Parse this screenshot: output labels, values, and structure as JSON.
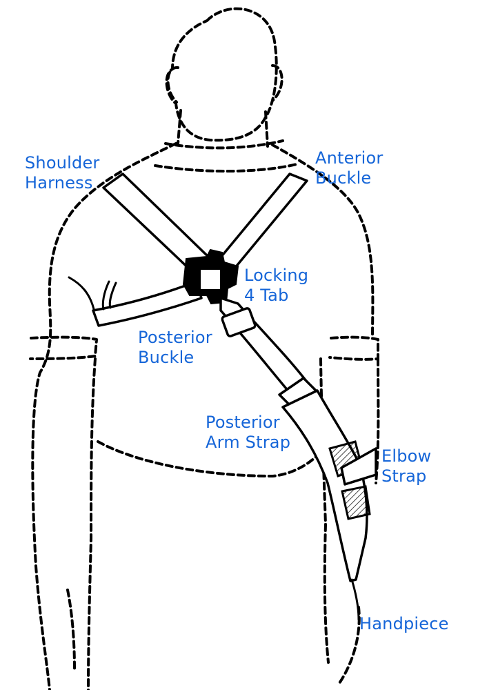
{
  "labels": {
    "shoulder_harness": "Shoulder\nHarness",
    "anterior_buckle": "Anterior\nBuckle",
    "locking_tab": "Locking\n4 Tab",
    "posterior_buckle": "Posterior\nBuckle",
    "posterior_arm_strap": "Posterior\nArm Strap",
    "elbow_strap": "Elbow\nStrap",
    "handpiece": "Handpiece"
  },
  "colors": {
    "label_text": "#1565d8",
    "outline": "#000000",
    "background": "#ffffff"
  }
}
